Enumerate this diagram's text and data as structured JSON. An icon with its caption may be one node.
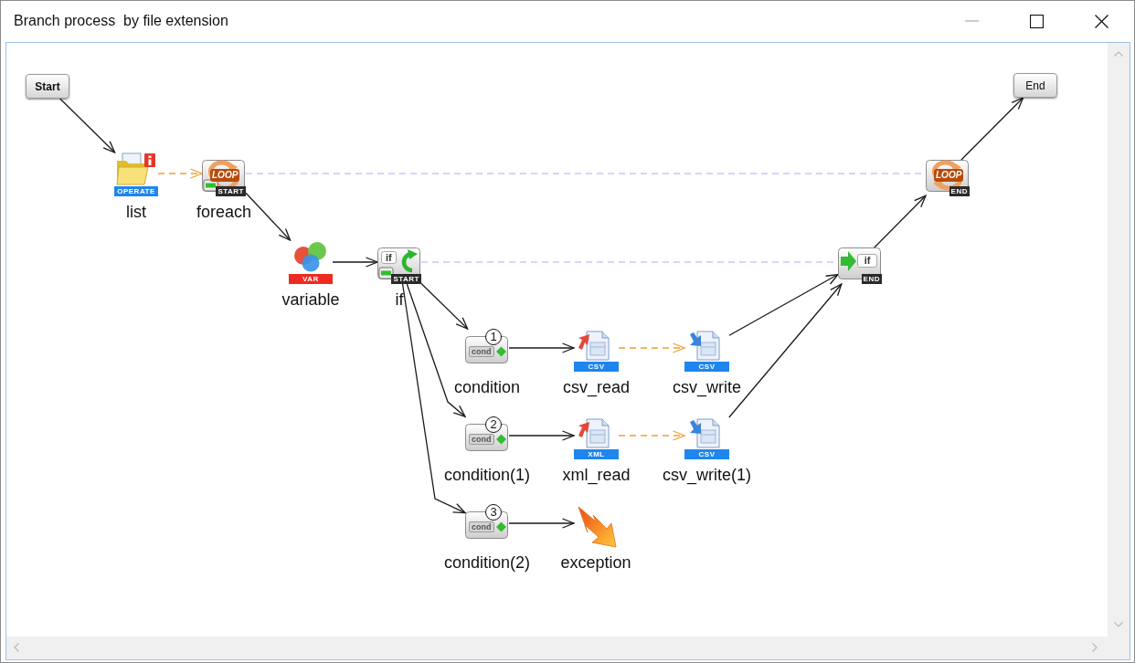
{
  "diagram": {
    "title": "Branch process  by file extension",
    "nodes": [
      {
        "text": [
          "Start"
        ]
      },
      {
        "text": [
          "OPERATE"
        ],
        "beside": [
          "list"
        ]
      },
      {
        "text": [
          "LOOP",
          "START"
        ],
        "beside": [
          "foreach"
        ]
      },
      {
        "text": [
          "VAR"
        ],
        "beside": [
          "variable"
        ]
      },
      {
        "text": [
          "if",
          "START"
        ],
        "beside": [
          "if"
        ]
      },
      {
        "text": [
          "cond",
          "1"
        ],
        "beside": [
          "condition"
        ]
      },
      {
        "text": [
          "CSV"
        ],
        "beside": [
          "csv_read"
        ]
      },
      {
        "text": [
          "CSV"
        ],
        "beside": [
          "csv_write"
        ]
      },
      {
        "text": [
          "cond",
          "2"
        ],
        "beside": [
          "condition(1)"
        ]
      },
      {
        "text": [
          "XML"
        ],
        "beside": [
          "xml_read"
        ]
      },
      {
        "text": [
          "CSV"
        ],
        "beside": [
          "csv_write(1)"
        ]
      },
      {
        "text": [
          "cond",
          "3"
        ],
        "beside": [
          "condition(2)"
        ]
      },
      {
        "text": [],
        "shape": "picture",
        "beside": [
          "exception"
        ]
      },
      {
        "text": [
          "if",
          "END"
        ]
      },
      {
        "text": [
          "LOOP",
          "END"
        ]
      },
      {
        "text": [
          "End"
        ]
      }
    ],
    "edges": [
      {
        "from": 0,
        "to": 1,
        "arrow": "to"
      },
      {
        "from": 1,
        "to": 2,
        "arrow": "to",
        "style": "dashed",
        "color": "#f0a030"
      },
      {
        "from": 2,
        "to": 3,
        "arrow": "to"
      },
      {
        "from": 3,
        "to": 4,
        "arrow": "to"
      },
      {
        "from": 4,
        "to": 5,
        "arrow": "to"
      },
      {
        "from": 4,
        "to": 8,
        "arrow": "to"
      },
      {
        "from": 4,
        "to": 11,
        "arrow": "to"
      },
      {
        "from": 5,
        "to": 6,
        "arrow": "to"
      },
      {
        "from": 6,
        "to": 7,
        "arrow": "to",
        "style": "dashed",
        "color": "#f0a030"
      },
      {
        "from": 8,
        "to": 9,
        "arrow": "to"
      },
      {
        "from": 9,
        "to": 10,
        "arrow": "to",
        "style": "dashed",
        "color": "#f0a030"
      },
      {
        "from": 11,
        "to": 12,
        "arrow": "to"
      },
      {
        "from": 7,
        "to": 13,
        "arrow": "to"
      },
      {
        "from": 10,
        "to": 13,
        "arrow": "to"
      },
      {
        "from": 13,
        "to": 14,
        "arrow": "to"
      },
      {
        "from": 14,
        "to": 15,
        "arrow": "to"
      },
      {
        "from": 2,
        "to": 14,
        "arrow": "none",
        "style": "dashed",
        "color": "#c4c8ff"
      },
      {
        "from": 4,
        "to": 13,
        "arrow": "none",
        "style": "dashed",
        "color": "#c4c8ff"
      }
    ]
  }
}
